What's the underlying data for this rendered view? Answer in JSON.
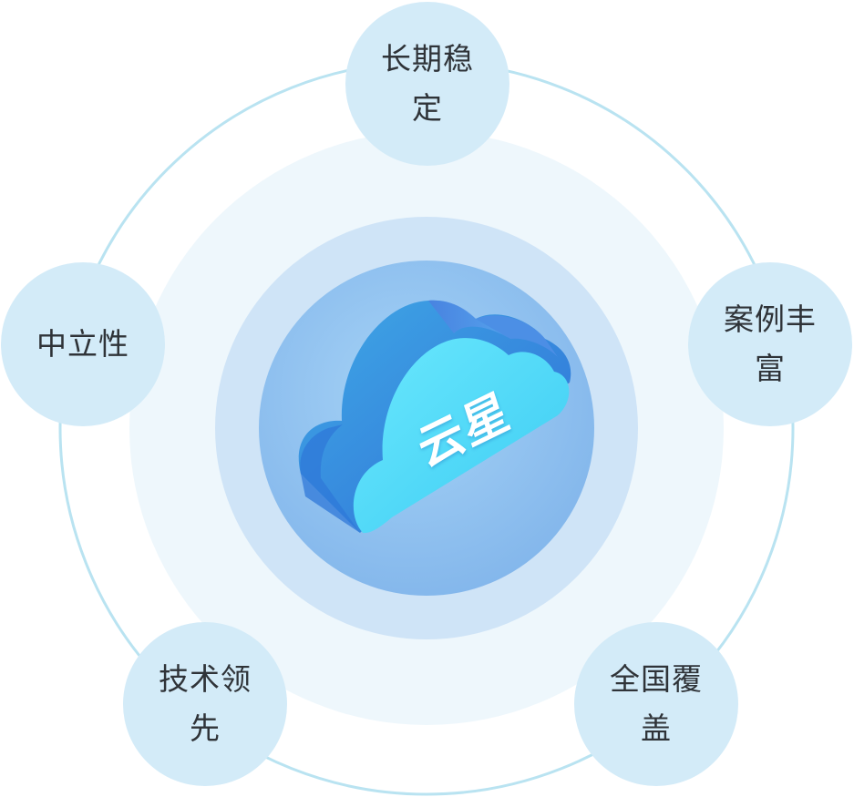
{
  "center": {
    "label": "云星",
    "icon": "cloud-icon"
  },
  "nodes": [
    {
      "id": "top",
      "label": "长期稳定"
    },
    {
      "id": "right",
      "label": "案例丰富"
    },
    {
      "id": "bottom-right",
      "label": "全国覆盖"
    },
    {
      "id": "bottom-left",
      "label": "技术领先"
    },
    {
      "id": "left",
      "label": "中立性"
    }
  ],
  "colors": {
    "ring": "#b9e3f1",
    "node_fill": "#d3ebf8",
    "outer_glow": "#eef7fc",
    "mid_ring": "#cfe4f7",
    "core": "#91c1ee",
    "cloud_front": "#5fe0fb",
    "cloud_side": "#3b82dd",
    "label": "#2f3338"
  }
}
